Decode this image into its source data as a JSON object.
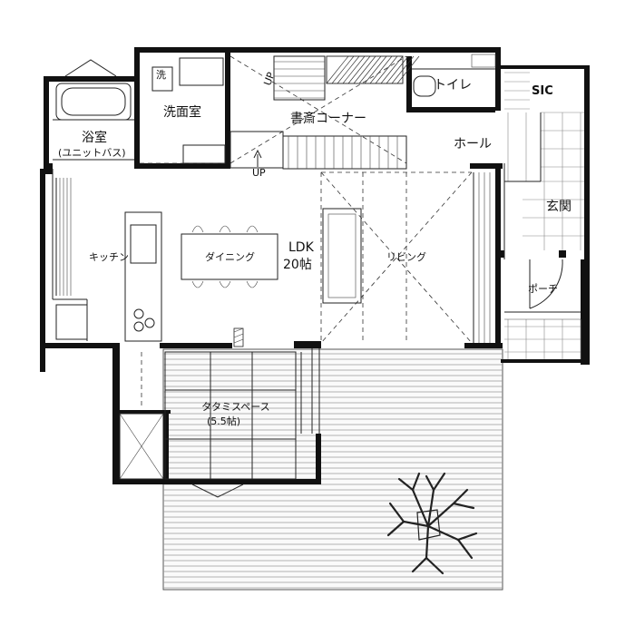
{
  "rooms": {
    "bath": "浴室",
    "bath_sub": "(ユニットバス)",
    "wash_short": "洗",
    "washroom": "洗面室",
    "study": "書斎コーナー",
    "toilet": "トイレ",
    "sic": "SIC",
    "hall": "ホール",
    "entrance": "玄関",
    "kitchen": "キッチン",
    "dining": "ダイニング",
    "ldk": "LDK",
    "ldk_size": "20帖",
    "living": "リビング",
    "porch": "ポーチ",
    "tatami": "タタミスペース",
    "tatami_size": "(5.5帖)"
  },
  "stairs": {
    "up_label_top": "UP",
    "up_label_bottom": "UP"
  }
}
